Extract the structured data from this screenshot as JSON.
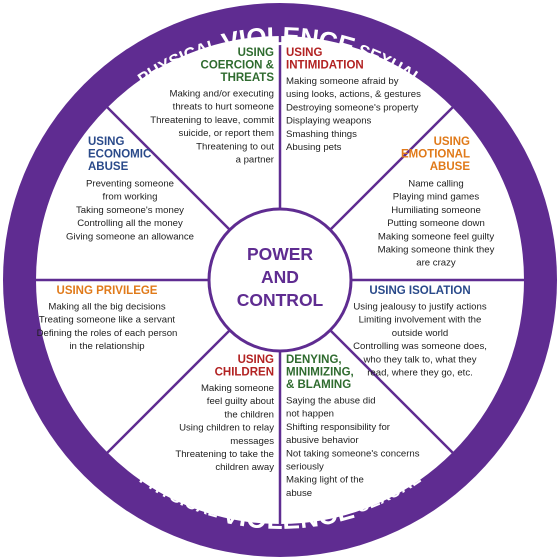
{
  "rim": {
    "top": {
      "left": "PHYSICAL",
      "center": "VIOLENCE",
      "right": "SEXUAL"
    },
    "bottom": {
      "left": "PHYSICAL",
      "center": "VIOLENCE",
      "right": "SEXUAL"
    }
  },
  "hub": {
    "lines": [
      "POWER",
      "AND",
      "CONTROL"
    ]
  },
  "colors": {
    "rim": "#5f2c91",
    "hub_text": "#5f2c91",
    "green": "#2f6b2f",
    "red": "#b22222",
    "blue": "#2a4a8a",
    "orange": "#e07a1a"
  },
  "segments": [
    {
      "id": "coercion",
      "title": [
        "USING",
        "COERCION &",
        "THREATS"
      ],
      "color": "green",
      "items": [
        "Making and/or executing",
        "threats to hurt someone",
        "Threatening to leave, commit",
        "suicide, or report them",
        "Threatening to out",
        "a partner"
      ]
    },
    {
      "id": "intimidation",
      "title": [
        "USING",
        "INTIMIDATION"
      ],
      "color": "red",
      "items": [
        "Making someone afraid by",
        "using looks, actions, & gestures",
        "Destroying someone's property",
        "Displaying weapons",
        "Smashing things",
        "Abusing pets"
      ]
    },
    {
      "id": "emotional",
      "title": [
        "USING",
        "EMOTIONAL",
        "ABUSE"
      ],
      "color": "orange",
      "items": [
        "Name calling",
        "Playing mind games",
        "Humiliating someone",
        "Putting someone down",
        "Making someone feel guilty",
        "Making someone think they",
        "are crazy"
      ]
    },
    {
      "id": "isolation",
      "title": [
        "USING ISOLATION"
      ],
      "color": "blue",
      "items": [
        "Using jealousy to justify actions",
        "Limiting involvement with the",
        "outside world",
        "Controlling was someone does,",
        "who they talk to, what they",
        "read, where they go, etc."
      ]
    },
    {
      "id": "denying",
      "title": [
        "DENYING,",
        "MINIMIZING,",
        "& BLAMING"
      ],
      "color": "green",
      "items": [
        "Saying the abuse did",
        "not happen",
        "Shifting responsibility for",
        "abusive behavior",
        "Not taking someone's concerns",
        "seriously",
        "Making light of the",
        "abuse"
      ]
    },
    {
      "id": "children",
      "title": [
        "USING",
        "CHILDREN"
      ],
      "color": "red",
      "items": [
        "Making someone",
        "feel guilty about",
        "the children",
        "Using children to relay",
        "messages",
        "Threatening to take the",
        "children away"
      ]
    },
    {
      "id": "privilege",
      "title": [
        "USING PRIVILEGE"
      ],
      "color": "orange",
      "items": [
        "Making all the big decisions",
        "Treating someone like a servant",
        "Defining the roles of each person",
        "in the relationship"
      ]
    },
    {
      "id": "economic",
      "title": [
        "USING",
        "ECONOMIC",
        "ABUSE"
      ],
      "color": "blue",
      "items": [
        "Preventing someone",
        "from working",
        "Taking someone's money",
        "Controlling all the money",
        "Giving someone an allowance"
      ]
    }
  ]
}
